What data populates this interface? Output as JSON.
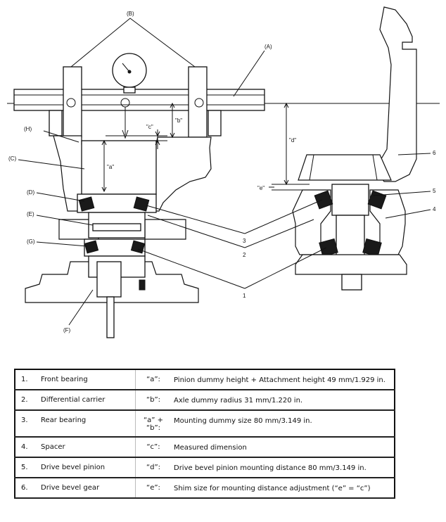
{
  "diagram": {
    "labels": {
      "A": "(A)",
      "B": "(B)",
      "C": "(C)",
      "D": "(D)",
      "E": "(E)",
      "F": "(F)",
      "G": "(G)",
      "H": "(H)",
      "a": "\"a\"",
      "b": "\"b\"",
      "c": "\"c\"",
      "d": "\"d\"",
      "e": "\"e\"",
      "n1": "1",
      "n2": "2",
      "n3": "3",
      "n4": "4",
      "n5": "5",
      "n6": "6"
    }
  },
  "legend": {
    "rows": [
      {
        "num": "1.",
        "name": "Front bearing",
        "sym": "“a”:",
        "desc": "Pinion dummy height + Attachment height 49 mm/1.929 in."
      },
      {
        "num": "2.",
        "name": "Differential carrier",
        "sym": "“b”:",
        "desc": "Axle dummy radius 31 mm/1.220 in."
      },
      {
        "num": "3.",
        "name": "Rear bearing",
        "sym": "“a” + “b”:",
        "desc": "Mounting dummy size 80 mm/3.149 in."
      },
      {
        "num": "4.",
        "name": "Spacer",
        "sym": "“c”:",
        "desc": "Measured dimension"
      },
      {
        "num": "5.",
        "name": "Drive bevel pinion",
        "sym": "“d”:",
        "desc": "Drive bevel pinion mounting distance 80 mm/3.149 in."
      },
      {
        "num": "6.",
        "name": "Drive bevel gear",
        "sym": "“e”:",
        "desc": "Shim size for mounting distance adjustment (“e” = “c”)"
      }
    ]
  }
}
